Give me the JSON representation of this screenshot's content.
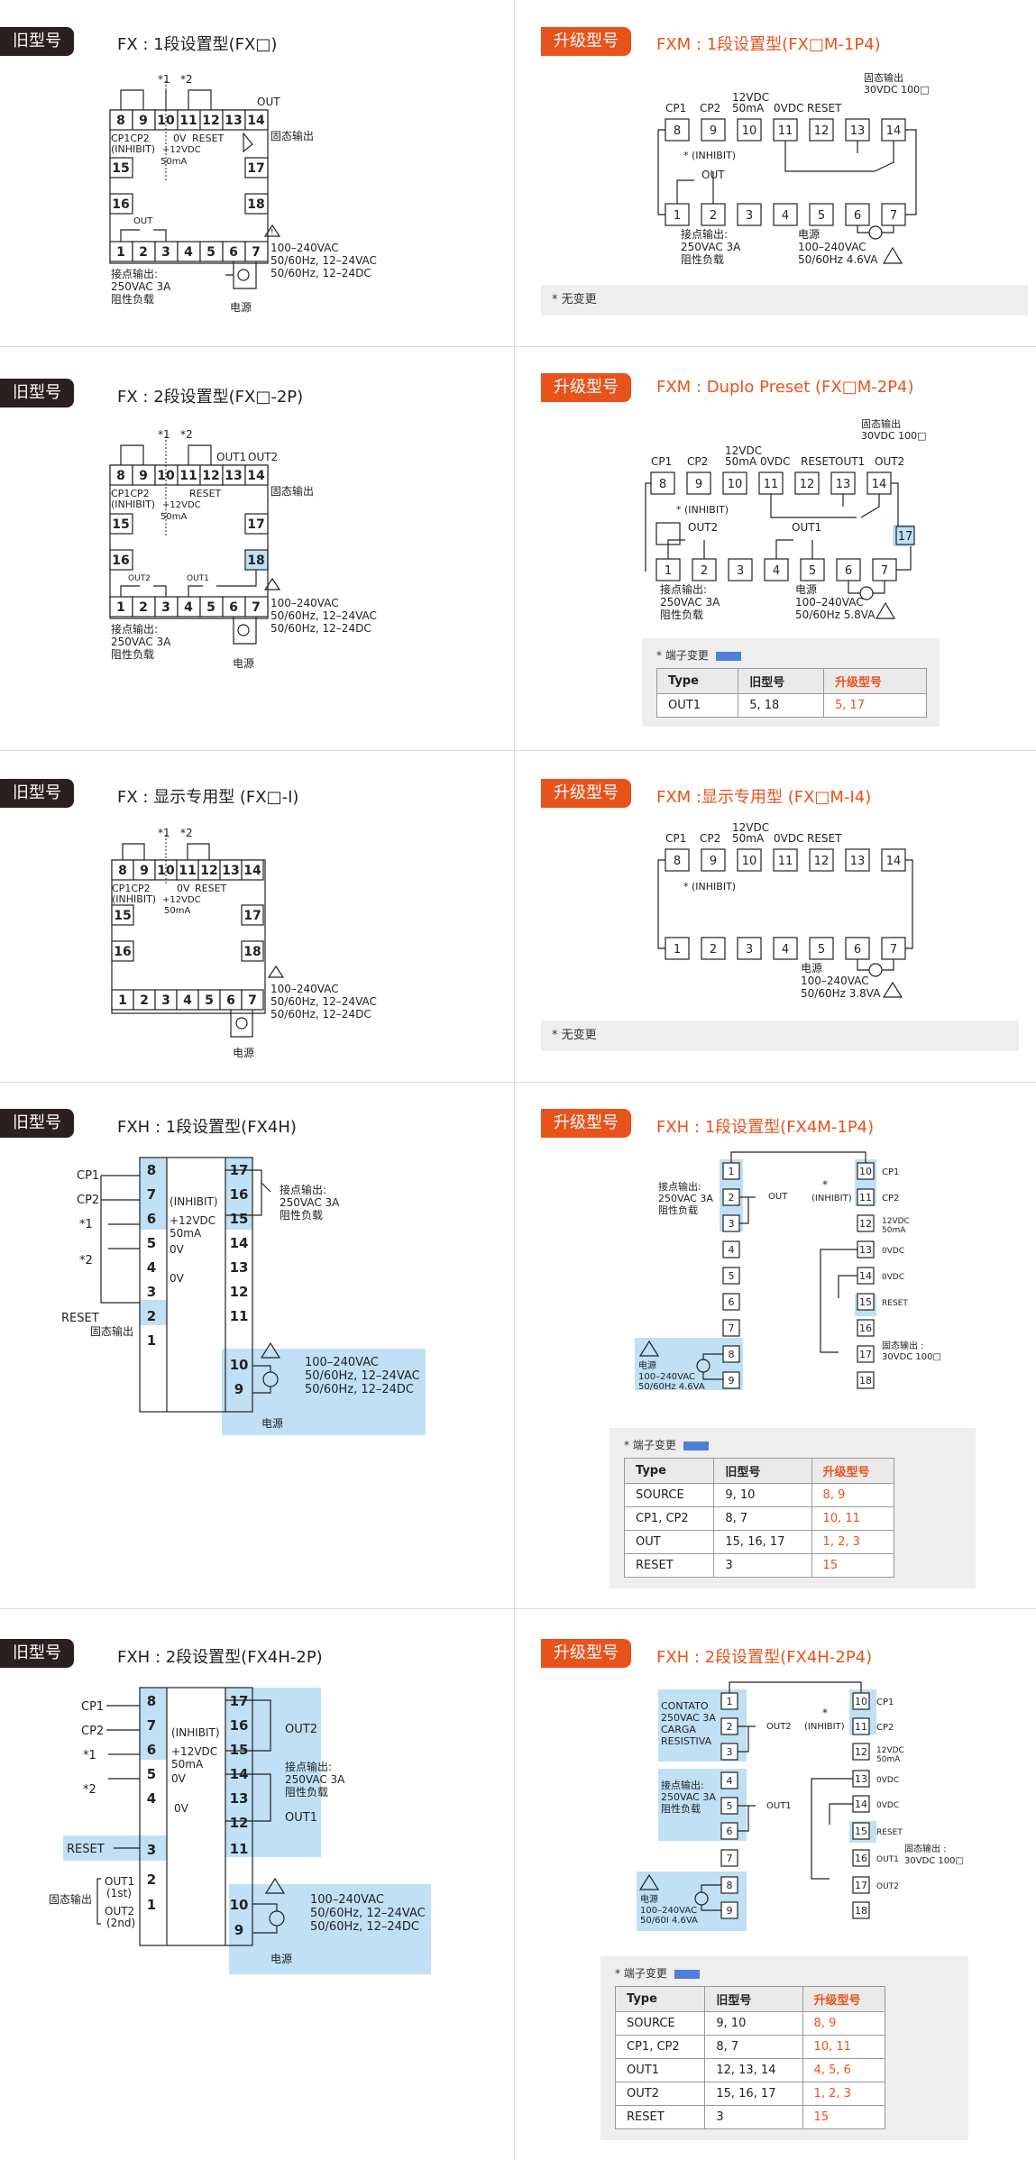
{
  "badges": {
    "old": "旧型号",
    "new": "升级型号"
  },
  "sections": [
    {
      "old_title": "FX : 1段设置型(FX□)",
      "new_title": "FXM : 1段设置型(FX□M-1P4)",
      "note": "* 无变更",
      "old_labels": {
        "out": "OUT",
        "ssr": "固态输出",
        "cp": "CP1CP2",
        "inhibit": "(INHIBIT)",
        "v12": "+12VDC",
        "ma": "50mA",
        "v0": "0V",
        "reset": "RESET",
        "contact": "接点输出:",
        "rating": "250VAC 3A",
        "load": "阻性负载",
        "power": "电源",
        "psu": "100–240VAC 50/60Hz, 12–24VAC 50/60Hz, 12–24DC"
      },
      "new_labels": {
        "cp1": "CP1",
        "cp2": "CP2",
        "v12": "12VDC",
        "ma": "50mA",
        "v0": "0VDC",
        "reset": "RESET",
        "ssr": "固态输出",
        "ssr_rating": "30VDC 100□",
        "inhibit": "* (INHIBIT)",
        "out": "OUT",
        "contact": "接点输出:",
        "rating": "250VAC 3A",
        "load": "阻性负载",
        "power": "电源",
        "psu1": "100–240VAC",
        "psu2": "50/60Hz 4.6VA"
      }
    },
    {
      "old_title": "FX : 2段设置型(FX□-2P)",
      "new_title": "FXM : Duplo Preset (FX□M-2P4)",
      "old_labels": {
        "out1": "OUT1",
        "out2": "OUT2"
      },
      "new_labels": {
        "out1": "OUT1",
        "out2": "OUT2",
        "psu2": "50/60Hz 5.8VA"
      },
      "change_title": "端子变更",
      "table": {
        "headers": [
          "Type",
          "旧型号",
          "升级型号"
        ],
        "rows": [
          [
            "OUT1",
            "5, 18",
            "5, 17"
          ]
        ]
      }
    },
    {
      "old_title": "FX : 显示专用型 (FX□-I)",
      "new_title": "FXM :显示专用型 (FX□M-I4)",
      "note": "* 无变更",
      "new_labels": {
        "psu2": "50/60Hz 3.8VA"
      }
    },
    {
      "old_title": "FXH : 1段设置型(FX4H)",
      "new_title": "FXH : 1段设置型(FX4M-1P4)",
      "old_labels": {
        "cp1": "CP1",
        "cp2": "CP2",
        "s1": "*1",
        "s2": "*2",
        "reset": "RESET",
        "ssr": "固态输出"
      },
      "new_labels": {
        "contact": "接点输出:",
        "rating": "250VAC 3A",
        "load": "阻性负载",
        "inhibit": "(INHIBIT)",
        "star": "*",
        "cp1": "CP1",
        "cp2": "CP2",
        "v12": "12VDC",
        "ma": "50mA",
        "v0": "0VDC",
        "reset": "RESET",
        "ssr": "固态输出 :",
        "ssr_rating": "30VDC 100□",
        "power": "电源",
        "psu1": "100–240VAC",
        "psu2": "50/60Hz 4.6VA"
      },
      "change_title": "端子变更",
      "table": {
        "headers": [
          "Type",
          "旧型号",
          "升级型号"
        ],
        "rows": [
          [
            "SOURCE",
            "9, 10",
            "8, 9"
          ],
          [
            "CP1, CP2",
            "8, 7",
            "10, 11"
          ],
          [
            "OUT",
            "15, 16, 17",
            "1, 2, 3"
          ],
          [
            "RESET",
            "3",
            "15"
          ]
        ]
      }
    },
    {
      "old_title": "FXH : 2段设置型(FX4H-2P)",
      "new_title": "FXH : 2段设置型(FX4H-2P4)",
      "old_labels": {
        "out1": "OUT1",
        "first": "(1st)",
        "out2": "OUT2",
        "second": "(2nd)",
        "ssr": "固态输出"
      },
      "new_labels": {
        "contato": "CONTATO",
        "rating": "250VAC 3A",
        "carga": "CARGA",
        "resistiva": "RESISTIVA",
        "out1": "OUT1",
        "out2": "OUT2",
        "contact": "接点输出:",
        "load": "阻性负载",
        "ssr": "固态输出 :",
        "psu2": "50/60Ⅰ 4.6VA"
      },
      "change_title": "端子变更",
      "table": {
        "headers": [
          "Type",
          "旧型号",
          "升级型号"
        ],
        "rows": [
          [
            "SOURCE",
            "9, 10",
            "8, 9"
          ],
          [
            "CP1, CP2",
            "8, 7",
            "10, 11"
          ],
          [
            "OUT1",
            "12, 13, 14",
            "4, 5, 6"
          ],
          [
            "OUT2",
            "15, 16, 17",
            "1, 2, 3"
          ],
          [
            "RESET",
            "3",
            "15"
          ]
        ]
      }
    }
  ]
}
